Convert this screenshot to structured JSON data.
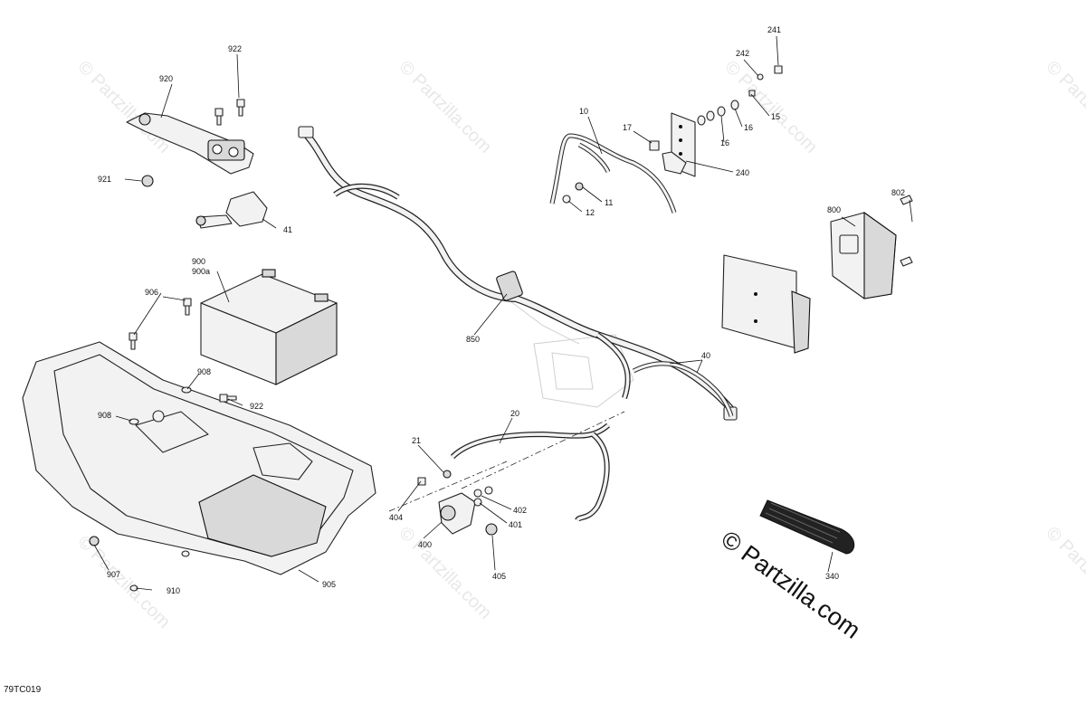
{
  "drawing_code": "79TC019",
  "watermark_text": "© Partzilla.com",
  "callouts": {
    "c920": "920",
    "c922a": "922",
    "c921": "921",
    "c41": "41",
    "c900": "900",
    "c900a": "900a",
    "c906": "906",
    "c908a": "908",
    "c908b": "908",
    "c922b": "922",
    "c907": "907",
    "c910": "910",
    "c905": "905",
    "c850": "850",
    "c20": "20",
    "c21": "21",
    "c404": "404",
    "c400": "400",
    "c402": "402",
    "c401": "401",
    "c405": "405",
    "c10": "10",
    "c17": "17",
    "c11": "11",
    "c12": "12",
    "c241": "241",
    "c242": "242",
    "c15": "15",
    "c16a": "16",
    "c16b": "16",
    "c240": "240",
    "c800": "800",
    "c802": "802",
    "c40": "40",
    "c340": "340"
  },
  "colors": {
    "ink": "#111111",
    "watermark": "#e8e8e8",
    "background": "#ffffff"
  }
}
